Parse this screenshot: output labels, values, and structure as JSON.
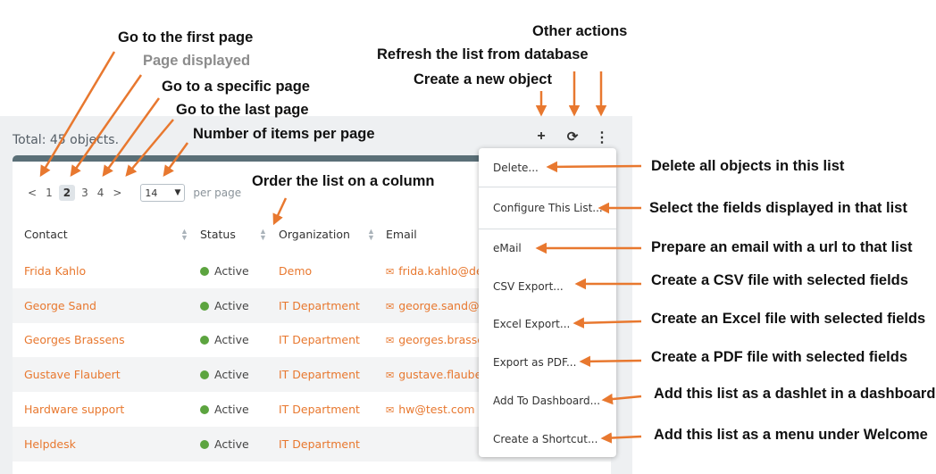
{
  "total_text": "Total: 45 objects.",
  "actions": {
    "create": "+",
    "refresh": "⟳",
    "more": "⋮"
  },
  "pager": {
    "prev": "<",
    "pages": [
      "1",
      "2",
      "3",
      "4"
    ],
    "next": ">",
    "current": "2",
    "per_page_value": "14",
    "per_page_label": "per page"
  },
  "columns": [
    "Contact",
    "Status",
    "Organization",
    "Email"
  ],
  "rows": [
    {
      "contact": "Frida Kahlo",
      "status": "Active",
      "org": "Demo",
      "email": "frida.kahlo@de"
    },
    {
      "contact": "George Sand",
      "status": "Active",
      "org": "IT Department",
      "email": "george.sand@i"
    },
    {
      "contact": "Georges Brassens",
      "status": "Active",
      "org": "IT Department",
      "email": "georges.brasse"
    },
    {
      "contact": "Gustave Flaubert",
      "status": "Active",
      "org": "IT Department",
      "email": "gustave.flaube"
    },
    {
      "contact": "Hardware support",
      "status": "Active",
      "org": "IT Department",
      "email": "hw@test.com"
    },
    {
      "contact": "Helpdesk",
      "status": "Active",
      "org": "IT Department",
      "email": ""
    }
  ],
  "menu_items": [
    "Delete...",
    "Configure This List...",
    "eMail",
    "CSV Export...",
    "Excel Export...",
    "Export as PDF...",
    "Add To Dashboard...",
    "Create a Shortcut..."
  ],
  "annotations": {
    "first_page": "Go to the first page",
    "page_displayed": "Page displayed",
    "specific_page": "Go to a specific page",
    "last_page": "Go to the last page",
    "items_per_page": "Number of items per page",
    "order": "Order the list on a column",
    "other_actions": "Other actions",
    "refresh": "Refresh the list from database",
    "create": "Create a new object",
    "delete": "Delete all objects in this list",
    "configure": "Select the fields displayed in that list",
    "email": "Prepare an email with a url to that list",
    "csv": "Create a CSV file with selected fields",
    "excel": "Create an Excel file with selected fields",
    "pdf": "Create a PDF file with selected fields",
    "dashboard": "Add this list as a dashlet in a dashboard",
    "shortcut": "Add this list as a menu under Welcome"
  },
  "colors": {
    "accent": "#e8782f",
    "header_bar": "#5a6f77",
    "active_dot": "#5ca43f"
  }
}
